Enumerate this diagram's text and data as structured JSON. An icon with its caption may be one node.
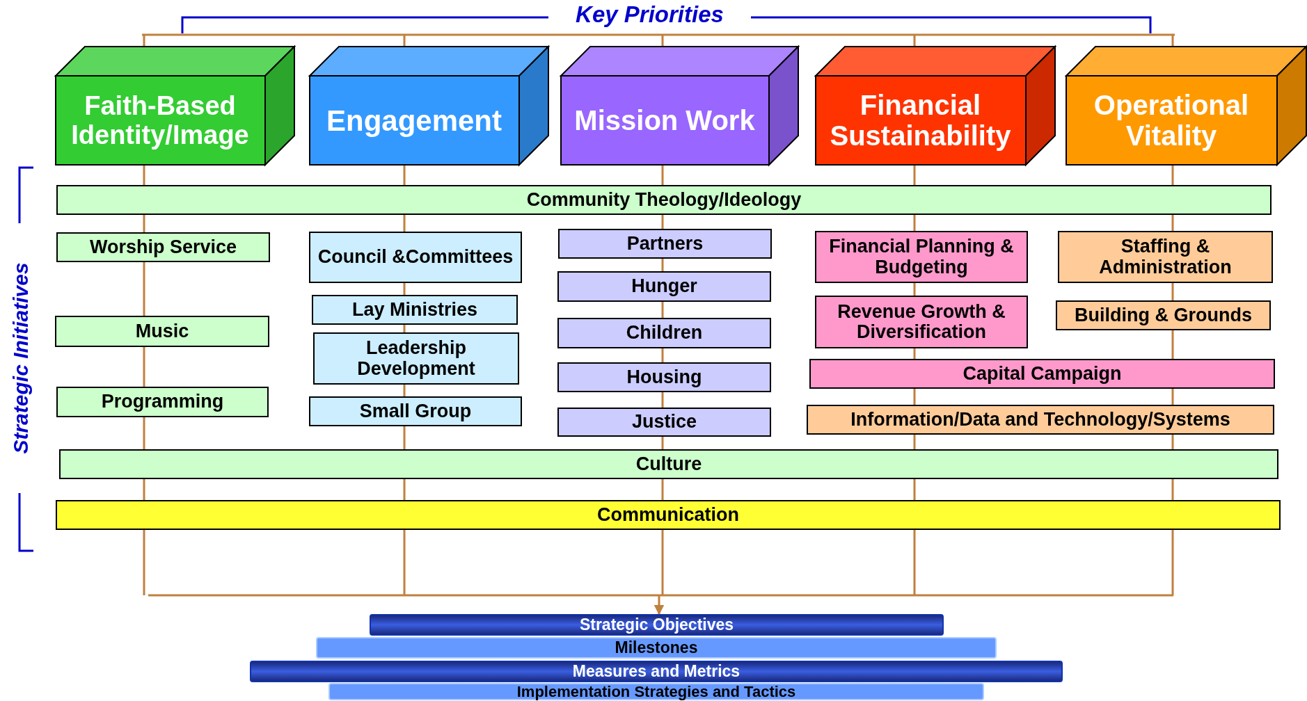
{
  "diagram": {
    "nodes": [
      {
        "text": [
          "Faith-Based Identity/Image"
        ]
      },
      {
        "text": [
          "Engagement"
        ]
      },
      {
        "text": [
          "Mission Work"
        ]
      },
      {
        "text": [
          "Financial Sustainability"
        ]
      },
      {
        "text": [
          "Operational Vitality"
        ]
      },
      {
        "text": [
          "Community Theology/Ideology"
        ]
      },
      {
        "text": [
          "Worship Service"
        ]
      },
      {
        "text": [
          "Music"
        ]
      },
      {
        "text": [
          "Programming"
        ]
      },
      {
        "text": [
          "Council &Committees"
        ]
      },
      {
        "text": [
          "Lay Ministries"
        ]
      },
      {
        "text": [
          "Leadership Development"
        ]
      },
      {
        "text": [
          "Small Group"
        ]
      },
      {
        "text": [
          "Partners"
        ]
      },
      {
        "text": [
          "Hunger"
        ]
      },
      {
        "text": [
          "Children"
        ]
      },
      {
        "text": [
          "Housing"
        ]
      },
      {
        "text": [
          "Justice"
        ]
      },
      {
        "text": [
          "Financial Planning & Budgeting"
        ]
      },
      {
        "text": [
          "Revenue Growth & Diversification"
        ]
      },
      {
        "text": [
          "Capital Campaign"
        ]
      },
      {
        "text": [
          "Staffing & Administration"
        ]
      },
      {
        "text": [
          "Building & Grounds"
        ]
      },
      {
        "text": [
          "Information/Data and Technology/Systems"
        ]
      },
      {
        "text": [
          "Culture"
        ]
      },
      {
        "text": [
          "Communication"
        ]
      },
      {
        "text": [
          "Strategic Objectives"
        ]
      },
      {
        "text": [
          "Milestones"
        ]
      },
      {
        "text": [
          "Measures and Metrics"
        ]
      },
      {
        "text": [
          "Implementation Strategies and Tactics"
        ]
      }
    ],
    "edges": [
      {
        "from": null,
        "to": 26,
        "arrow": "to"
      }
    ],
    "labels": [
      "Key Priorities",
      "Strategic Initiatives"
    ]
  }
}
